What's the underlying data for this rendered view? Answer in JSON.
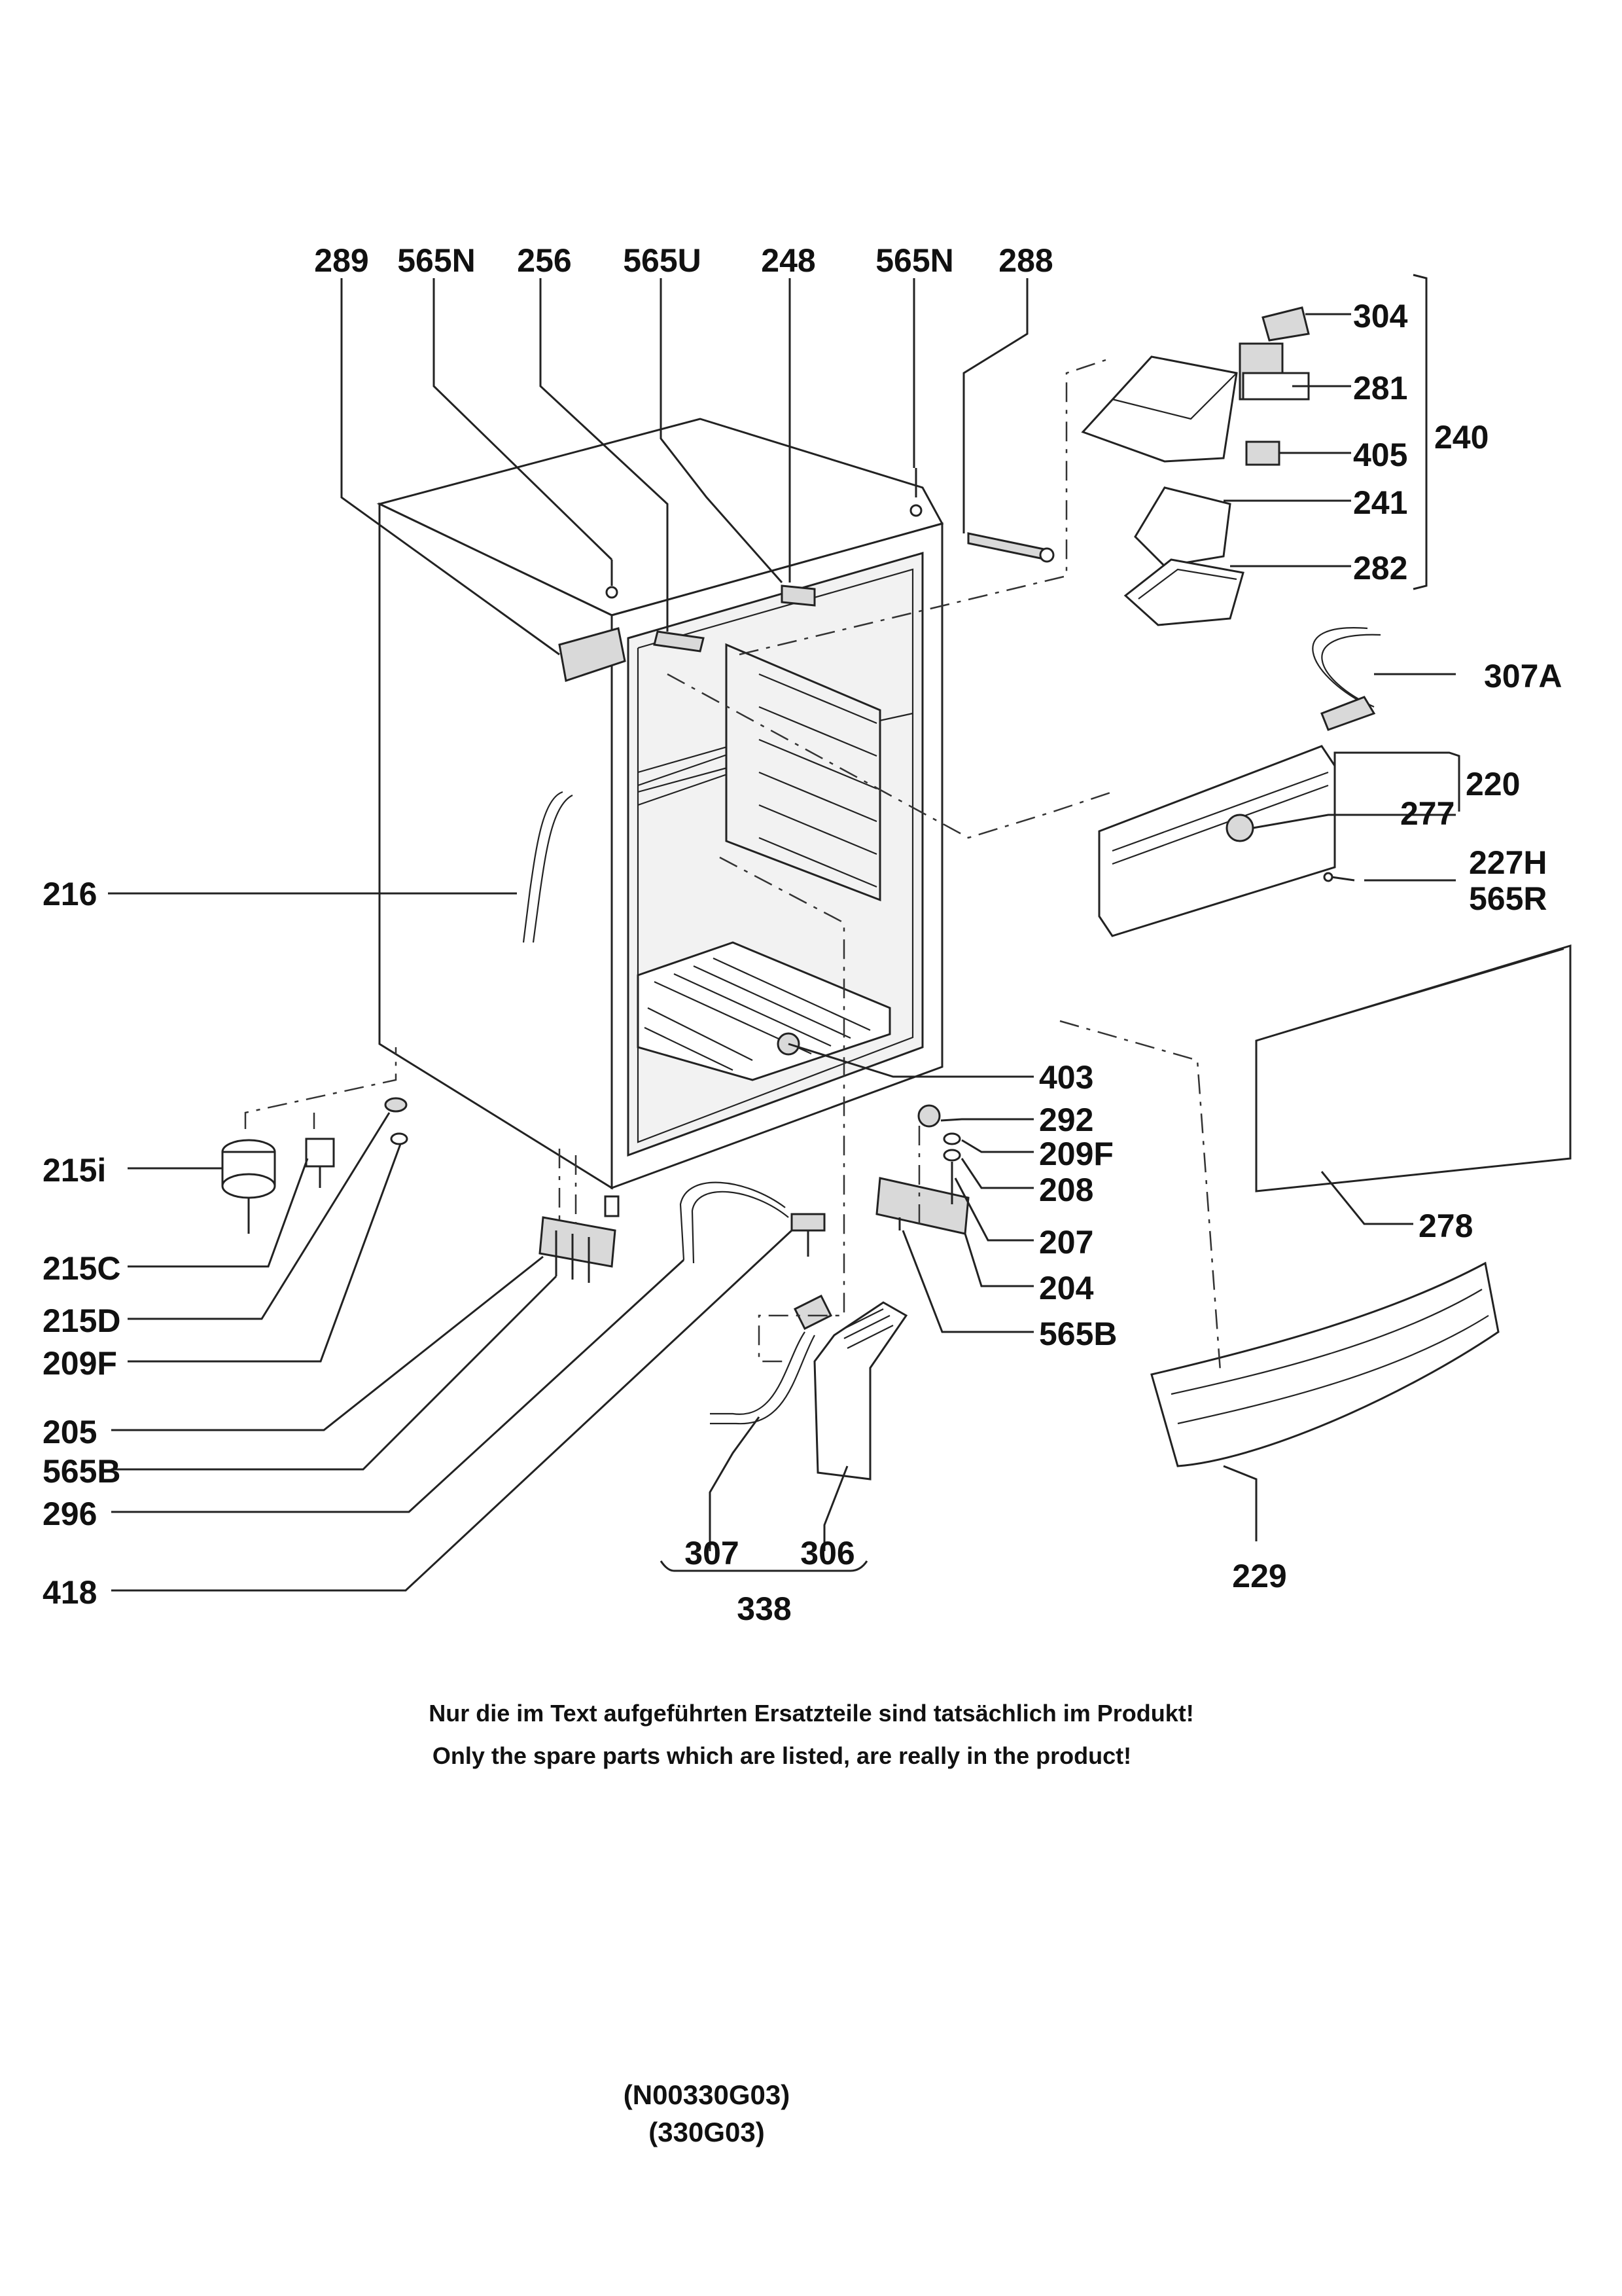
{
  "diagram": {
    "labels": {
      "l289": "289",
      "l565N_a": "565N",
      "l256": "256",
      "l565U": "565U",
      "l248": "248",
      "l565N_b": "565N",
      "l288": "288",
      "l304": "304",
      "l281": "281",
      "l405": "405",
      "l240": "240",
      "l241": "241",
      "l282": "282",
      "l307A": "307A",
      "l220": "220",
      "l277": "277",
      "l227H": "227H",
      "l565R": "565R",
      "l216": "216",
      "l403": "403",
      "l292": "292",
      "l209F_r": "209F",
      "l208": "208",
      "l207": "207",
      "l204": "204",
      "l565B_r": "565B",
      "l278": "278",
      "l215i": "215i",
      "l215C": "215C",
      "l215D": "215D",
      "l209F_l": "209F",
      "l205": "205",
      "l565B_l": "565B",
      "l296": "296",
      "l418": "418",
      "l307": "307",
      "l306": "306",
      "l338": "338",
      "l229": "229"
    },
    "note_de": "Nur die im Text aufgeführten Ersatzteile sind tatsächlich im Produkt!",
    "note_en": "Only the spare parts which are listed, are really in the product!",
    "code_1": "(N00330G03)",
    "code_2": "(330G03)"
  }
}
